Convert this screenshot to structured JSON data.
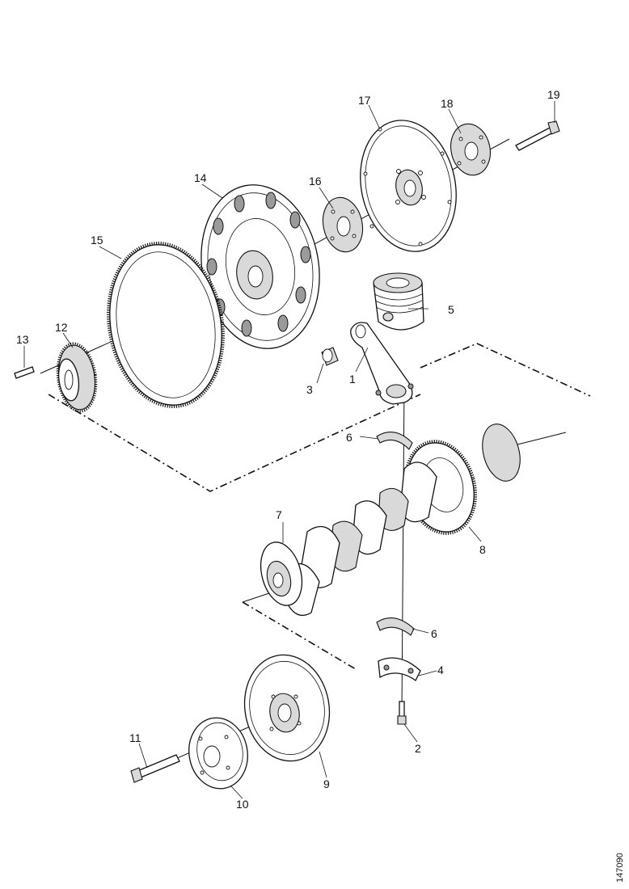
{
  "callouts": {
    "c1": "1",
    "c2": "2",
    "c3": "3",
    "c4": "4",
    "c5": "5",
    "c6a": "6",
    "c6b": "6",
    "c7": "7",
    "c8": "8",
    "c9": "9",
    "c10": "10",
    "c11": "11",
    "c12": "12",
    "c13": "13",
    "c14": "14",
    "c15": "15",
    "c16": "16",
    "c17": "17",
    "c18": "18",
    "c19": "19"
  },
  "reference_code": "147090"
}
